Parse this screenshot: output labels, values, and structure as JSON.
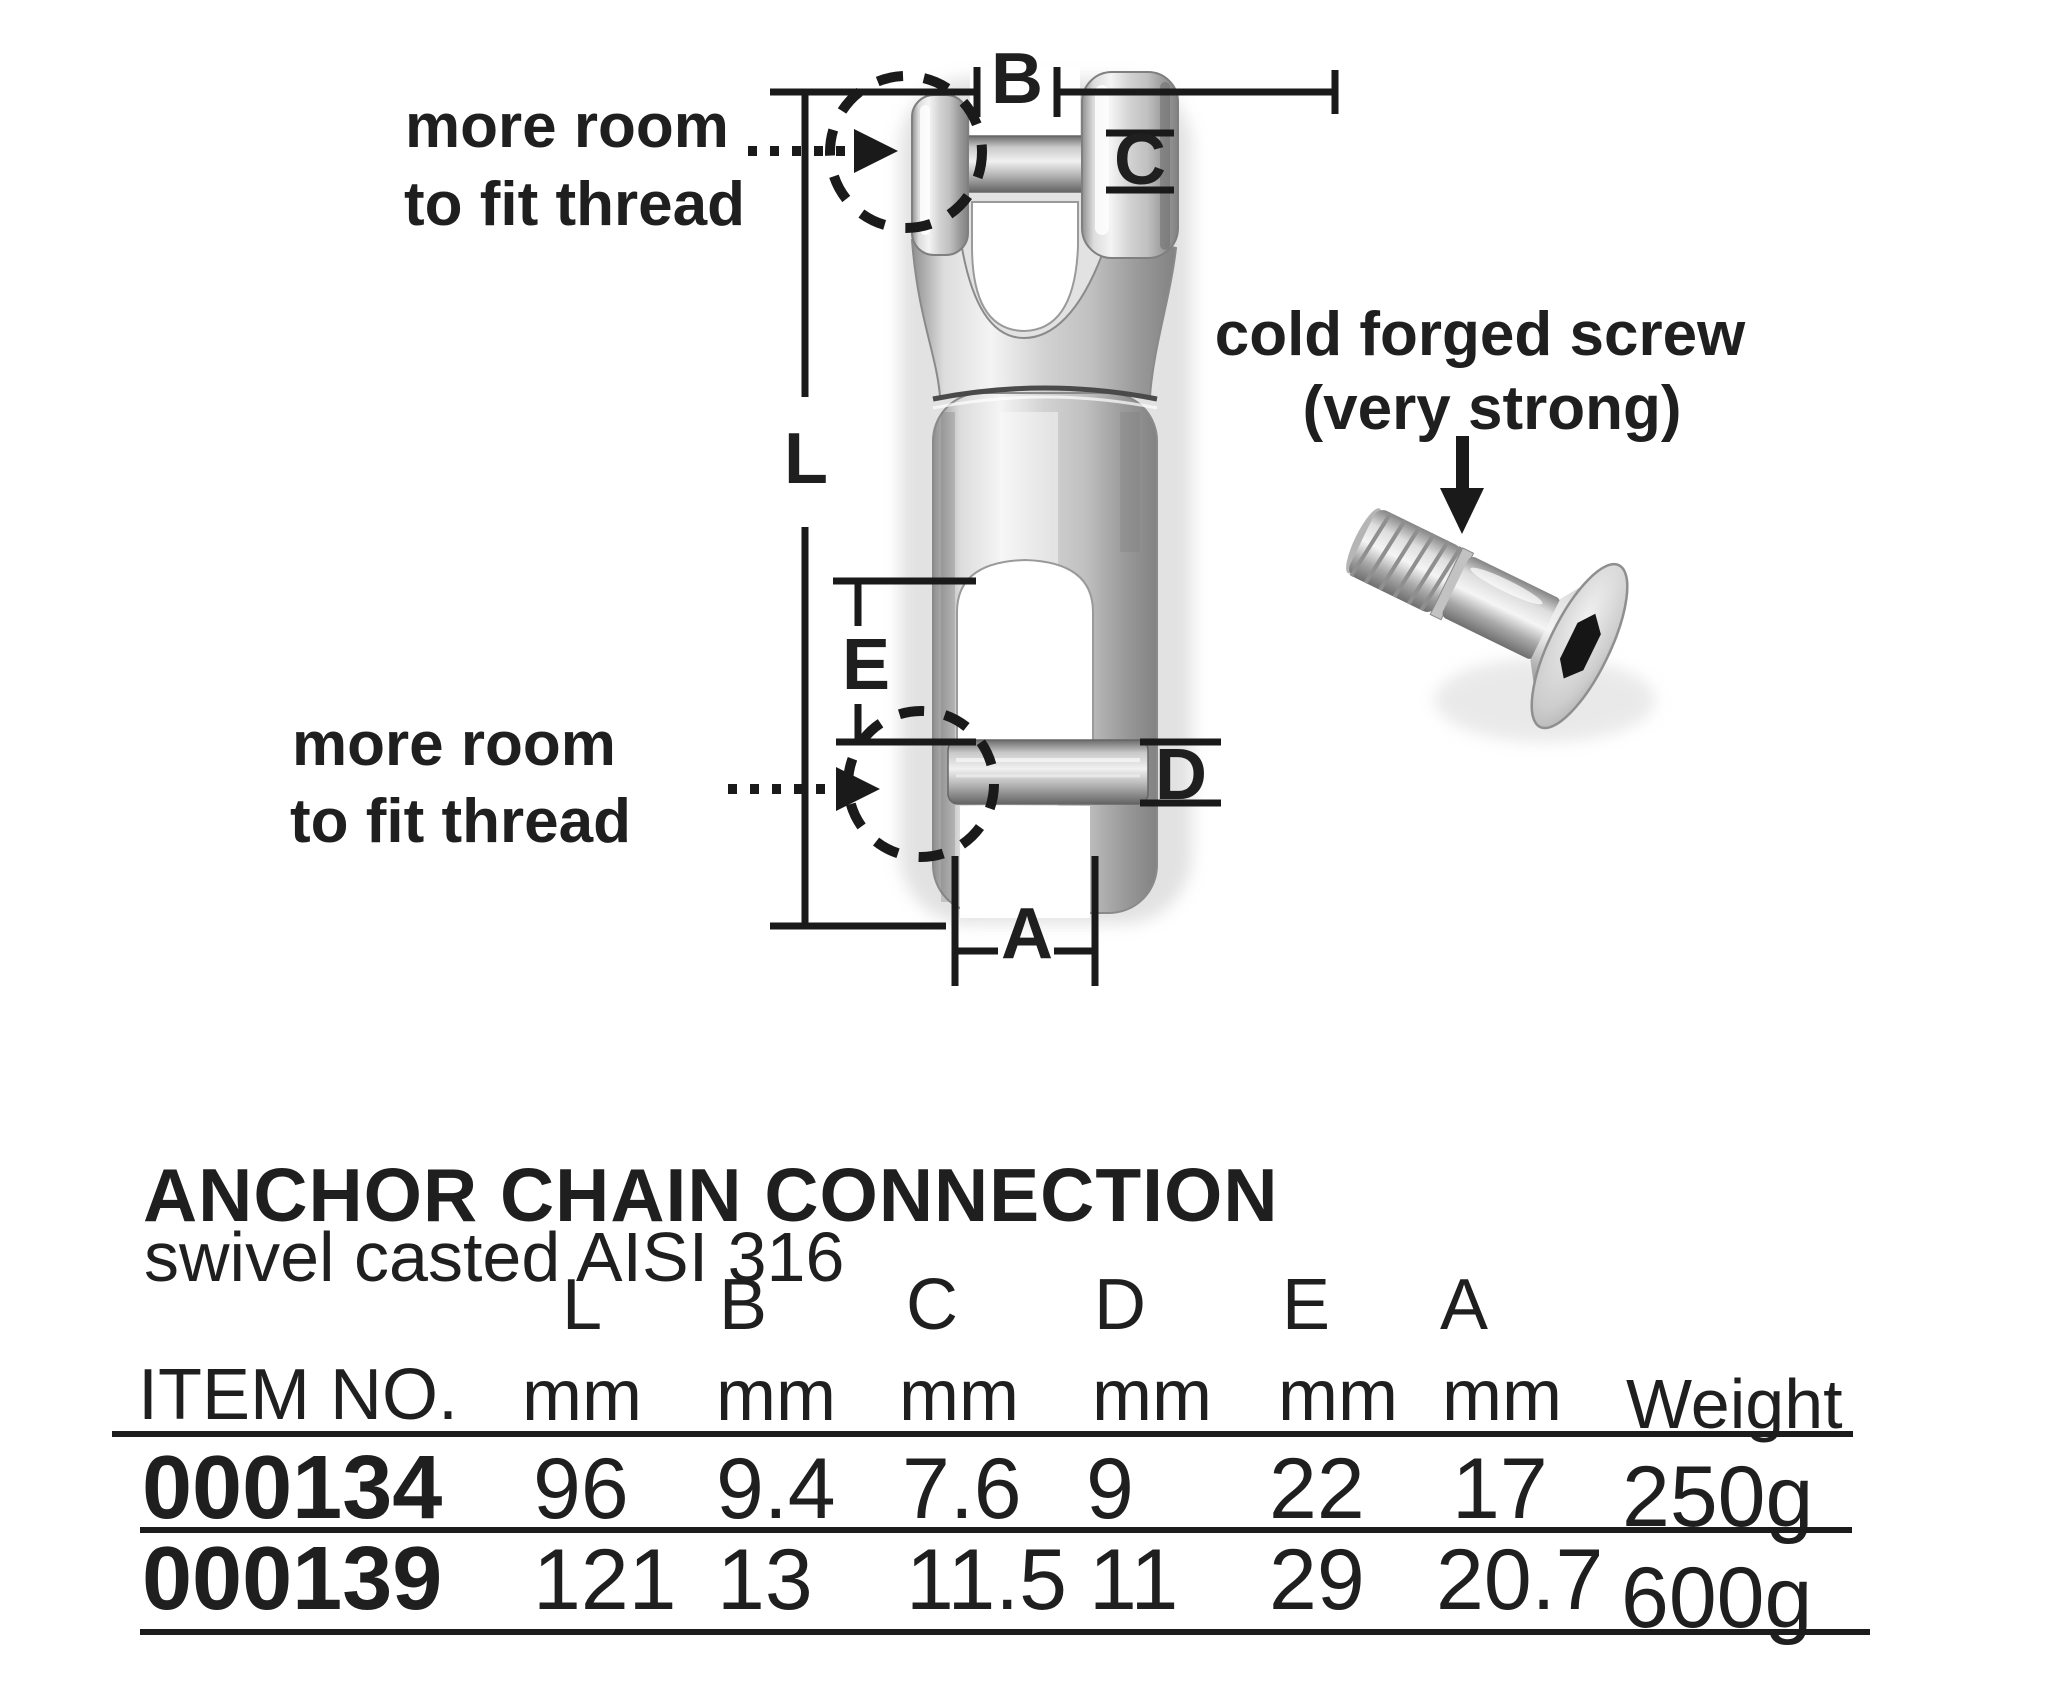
{
  "product": {
    "title": "ANCHOR CHAIN CONNECTION",
    "subtitle": "swivel casted AISI 316"
  },
  "diagram": {
    "callout_top": {
      "line1": "more room",
      "line2": "to fit thread"
    },
    "callout_bottom": {
      "line1": "more room",
      "line2": "to fit thread"
    },
    "callout_screw": {
      "line1": "cold forged screw",
      "line2": "(very strong)"
    },
    "dimension_labels": {
      "L": "L",
      "B": "B",
      "C": "C",
      "D": "D",
      "E": "E",
      "A": "A"
    }
  },
  "table": {
    "item_header": "ITEM NO.",
    "weight_header": "Weight",
    "dim_letters": [
      "L",
      "B",
      "C",
      "D",
      "E",
      "A"
    ],
    "units": [
      "mm",
      "mm",
      "mm",
      "mm",
      "mm",
      "mm"
    ],
    "rows": [
      {
        "item": "000134",
        "L": "96",
        "B": "9.4",
        "C": "7.6",
        "D": "9",
        "E": "22",
        "A": "17",
        "weight": "250g"
      },
      {
        "item": "000139",
        "L": "121",
        "B": "13",
        "C": "11.5",
        "D": "11",
        "E": "29",
        "A": "20.7",
        "weight": "600g"
      }
    ]
  }
}
